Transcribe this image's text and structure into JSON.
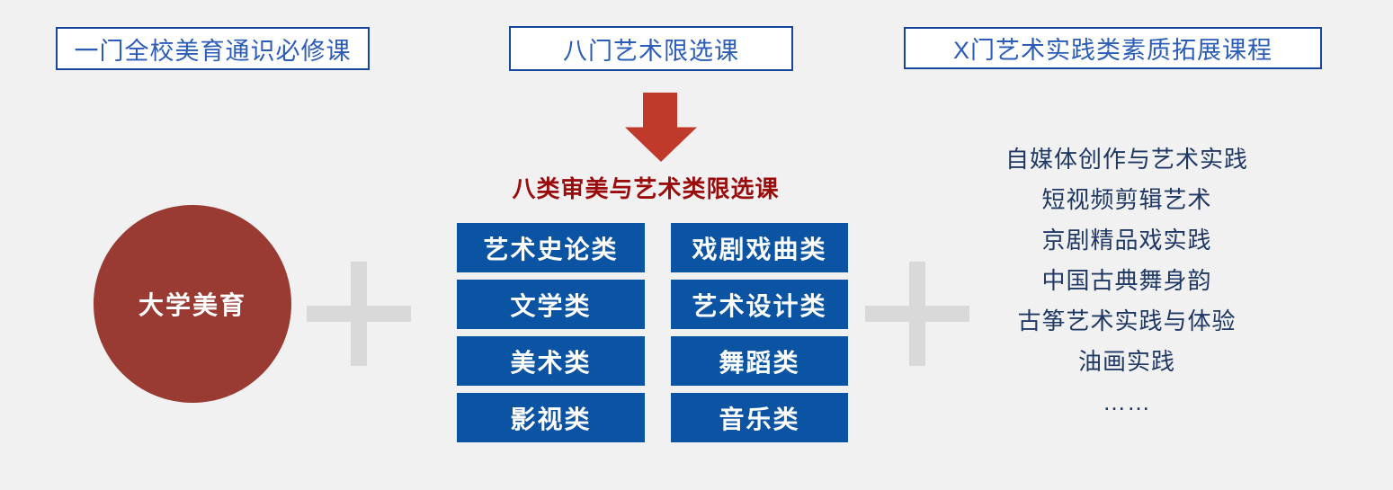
{
  "colors": {
    "background": "#f1f1f2",
    "box_border_blue": "#15469c",
    "box_text_blue": "#2a5cb8",
    "button_blue": "#0b53a3",
    "circle_red": "#993a33",
    "arrow_red": "#c03a2c",
    "title_dark_red": "#9a0c0c",
    "list_text_navy": "#1f3864",
    "plus_gray": "#d9d9d9"
  },
  "header_boxes": {
    "required_course": "一门全校美育通识必修课",
    "limited_electives": "八门艺术限选课",
    "practice_courses": "X门艺术实践类素质拓展课程"
  },
  "core_course": {
    "label": "大学美育"
  },
  "elective_group": {
    "title": "八类审美与艺术类限选课",
    "categories": [
      "艺术史论类",
      "戏剧戏曲类",
      "文学类",
      "艺术设计类",
      "美术类",
      "舞蹈类",
      "影视类",
      "音乐类"
    ]
  },
  "practice_courses": {
    "items": [
      "自媒体创作与艺术实践",
      "短视频剪辑艺术",
      "京剧精品戏实践",
      "中国古典舞身韵",
      "古筝艺术实践与体验",
      "油画实践",
      "……"
    ]
  }
}
